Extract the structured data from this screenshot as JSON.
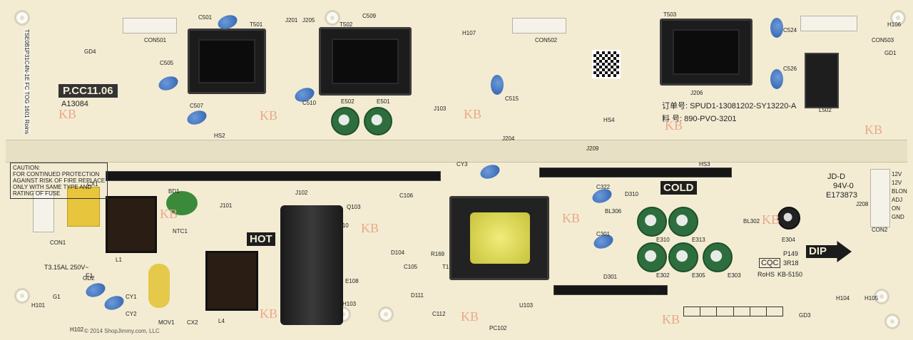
{
  "board": {
    "model": "P.CC11.06",
    "part_number": "A13084",
    "labels": {
      "hot": "HOT",
      "cold": "COLD",
      "dip": "DIP"
    }
  },
  "order_block": {
    "order_line": "订单号: SPUD1-13081202-SY13220-A",
    "material_line": "料 号: 890-PVO-3201"
  },
  "caution_block": {
    "lines": [
      "CAUTION:",
      "FOR CONTINUED PROTECTION",
      "AGAINST RISK OF FIRE REPLACE",
      "ONLY WITH SAME TYPE AND",
      "RATING OF FUSE"
    ]
  },
  "certification": {
    "ul": "JD-D",
    "rating": "94V-0",
    "file": "E173873",
    "cqc": "CQC",
    "cqc_code": "P149",
    "cqc_date": "3R18",
    "rohs": "RoHS",
    "rohs_code": "KB-5150"
  },
  "fuse": {
    "rating": "T3.15AL 250V~",
    "ref": "F1"
  },
  "refs": [
    "CON501",
    "C501",
    "T501",
    "J201",
    "J205",
    "C509",
    "T502",
    "H107",
    "CON502",
    "T503",
    "C524",
    "CON503",
    "GD4",
    "C505",
    "C507",
    "C510",
    "E502",
    "E501",
    "C515",
    "J103",
    "HS2",
    "HS4",
    "J206",
    "C526",
    "L502",
    "CX1",
    "BD1",
    "NTC1",
    "L1",
    "CON1",
    "GD2",
    "CY1",
    "CY2",
    "G1",
    "MOV1",
    "CX2",
    "L4",
    "J101",
    "J102",
    "Q103",
    "J110",
    "C106",
    "D104",
    "C105",
    "R169",
    "T1",
    "D111",
    "C112",
    "U103",
    "PC102",
    "E108",
    "D310",
    "C322",
    "BL306",
    "C301",
    "E310",
    "E313",
    "BL302",
    "E304",
    "E302",
    "E305",
    "E303",
    "D301",
    "HS5",
    "CON2",
    "J208",
    "HS3",
    "J209",
    "GD1",
    "GD3",
    "H104",
    "H105",
    "H106",
    "H101",
    "H102",
    "H103",
    "CY3",
    "J204"
  ],
  "con2_pins": [
    "12V",
    "12V",
    "BLON",
    "ADJ",
    "ON",
    "GND"
  ],
  "watermark": "KB",
  "side_sticker": "TSE0B1P31C4N-1E FC TOG 1601 Roins",
  "copyright": "© 2014 ShopJimmy.com, LLC",
  "colors": {
    "board": "#f3ecd3",
    "silkscreen": "#222222",
    "watermark": "#e9a889",
    "capacitor_blue": "#2d5fae",
    "electrolytic_green": "#2e6e3e"
  }
}
